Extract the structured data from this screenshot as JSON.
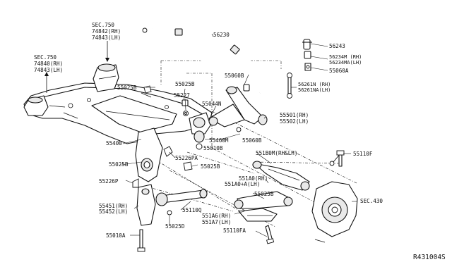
{
  "labels": {
    "sec750_top": "SEC.750",
    "p74842_rh": "74842(RH)",
    "p74843_lh": "74843(LH)",
    "sec750_left": "SEC.750",
    "p74840_rh": "74840(RH)",
    "p74843_lh_left": "74843(LH)",
    "p56230": "56230",
    "p56243": "56243",
    "p56234m": "56234M (RH)",
    "p56234ma": "56234MA(LH)",
    "p55060a": "55060A",
    "p55060b_top": "55060B",
    "p56261n": "56261N (RH)",
    "p56261na": "56261NA(LH)",
    "p55025b_a": "55025B",
    "p55025b_b": "55025B",
    "p55227": "55227",
    "p55044n": "55044N",
    "p55501": "55501(RH)",
    "p55502": "55502(LH)",
    "p55400": "55400",
    "p55460m": "55460M",
    "p55060b": "55060B",
    "p55010b": "55010B",
    "p551b0m": "551B0M(RH&LH)",
    "p55110f": "55110F",
    "p55025b_c": "55025B",
    "p55226pa": "55226PA",
    "p55025b_d": "55025B",
    "p551a0": "551A0(RH)",
    "p551a0a": "551A0+A(LH)",
    "p55226p": "55226P",
    "p55025b_e": "55025B",
    "sec430": "SEC.430",
    "p55451": "55451(RH)",
    "p55452": "55452(LH)",
    "p55110q": "55110Q",
    "p551a6": "551A6(RH)",
    "p551a7": "551A7(LH)",
    "p55025d": "55025D",
    "p55010a": "55010A",
    "p55110fa": "55110FA",
    "ref_code": "R431004S"
  }
}
